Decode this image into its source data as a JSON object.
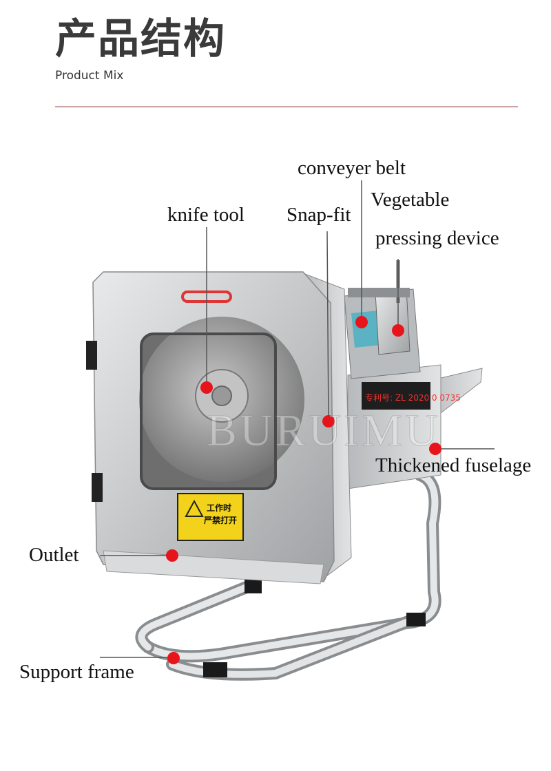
{
  "header": {
    "title": "产品结构",
    "subtitle": "Product Mix"
  },
  "labels": {
    "conveyer_belt": "conveyer belt",
    "vegetable": "Vegetable",
    "pressing_device": "pressing device",
    "knife_tool": "knife tool",
    "snap_fit": "Snap-fit",
    "thickened_fuselage": "Thickened fuselage",
    "outlet": "Outlet",
    "support_frame": "Support frame"
  },
  "sign": {
    "line1": "工作时",
    "line2": "严禁打开"
  },
  "watermark": "BURUIMU",
  "colors": {
    "marker": "#e8141c",
    "rule": "#c9a2a4",
    "steel": "#c8cacb"
  }
}
